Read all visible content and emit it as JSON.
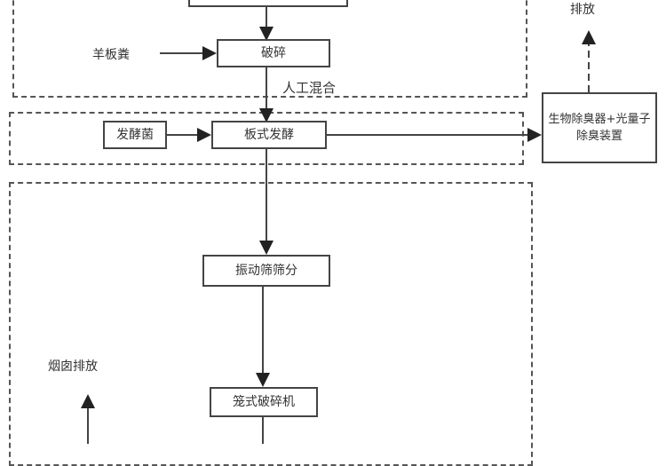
{
  "diagram": {
    "nodes": {
      "top_box": "",
      "crush": "破碎",
      "sheep_manure": "羊板粪",
      "manual_mix": "人工混合",
      "ferment_bacteria": "发酵菌",
      "plate_ferment": "板式发酵",
      "deodor": "生物除臭器+光量子除臭装置",
      "discharge_top": "排放",
      "vibrating_screen": "振动筛筛分",
      "cage_crusher": "笼式破碎机",
      "chimney_discharge": "烟囱排放"
    },
    "colors": {
      "line": "#444444",
      "dash": "#555555",
      "text": "#333333"
    }
  }
}
